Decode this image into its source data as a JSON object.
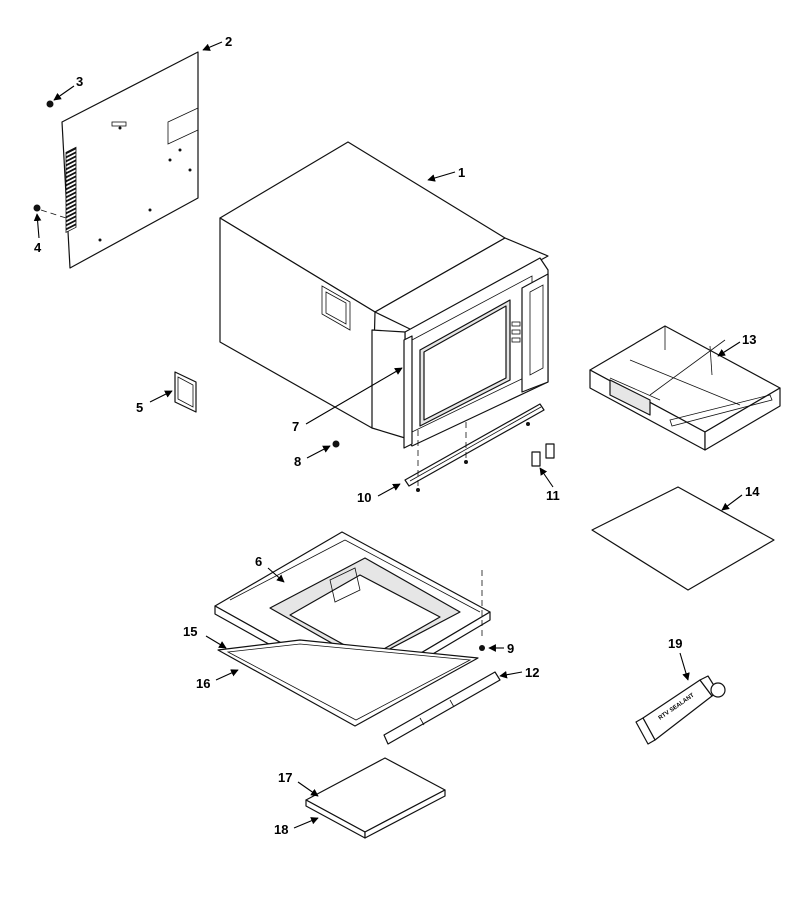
{
  "callouts": [
    {
      "id": "1",
      "label": "1"
    },
    {
      "id": "2",
      "label": "2"
    },
    {
      "id": "3",
      "label": "3"
    },
    {
      "id": "4",
      "label": "4"
    },
    {
      "id": "5",
      "label": "5"
    },
    {
      "id": "6",
      "label": "6"
    },
    {
      "id": "7",
      "label": "7"
    },
    {
      "id": "8",
      "label": "8"
    },
    {
      "id": "9",
      "label": "9"
    },
    {
      "id": "10",
      "label": "10"
    },
    {
      "id": "11",
      "label": "11"
    },
    {
      "id": "12",
      "label": "12"
    },
    {
      "id": "13",
      "label": "13"
    },
    {
      "id": "14",
      "label": "14"
    },
    {
      "id": "15",
      "label": "15"
    },
    {
      "id": "16",
      "label": "16"
    },
    {
      "id": "17",
      "label": "17"
    },
    {
      "id": "18",
      "label": "18"
    },
    {
      "id": "19",
      "label": "19"
    }
  ],
  "sealant_tube_text": "RTV SEALANT",
  "colors": {
    "line": "#111111",
    "background": "#ffffff",
    "shade": "#e6e6e6"
  }
}
